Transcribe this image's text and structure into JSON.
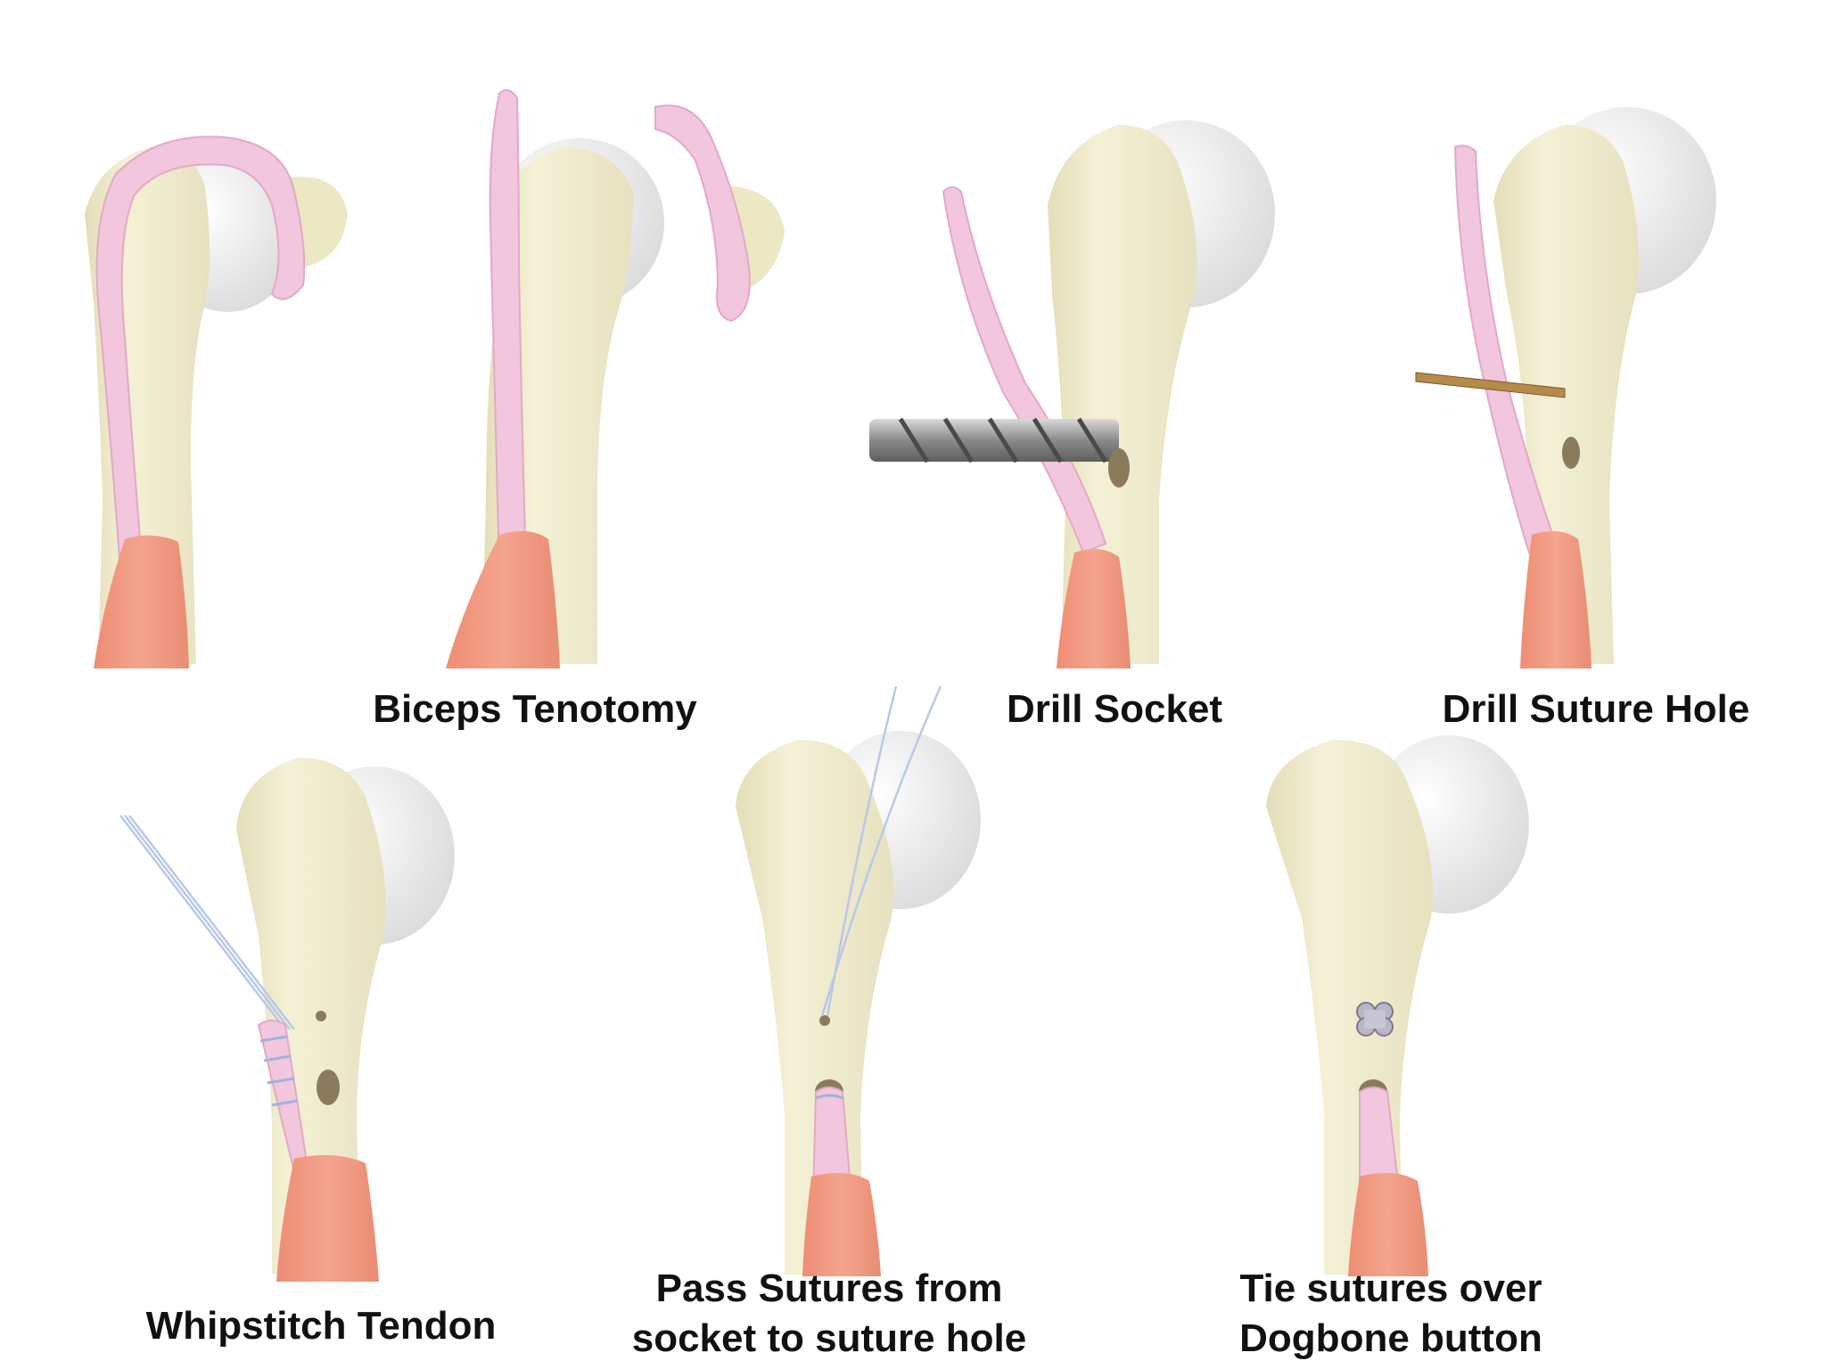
{
  "captions": {
    "biceps_tenotomy": "Biceps Tenotomy",
    "drill_socket": "Drill Socket",
    "drill_suture_hole": "Drill Suture Hole",
    "whipstitch_tendon": "Whipstitch Tendon",
    "pass_sutures": [
      "Pass Sutures from",
      "socket to suture hole"
    ],
    "tie_sutures": [
      "Tie sutures over",
      "Dogbone button"
    ]
  },
  "colors": {
    "bone": "#efeccb",
    "bone_shadow": "#d8d3ad",
    "humeral_head": "#e9e9e9",
    "tendon": "#f2c6dc",
    "muscle": "#f0967e",
    "drill": "#9a9a9a",
    "drill_bit_small": "#b58a4a",
    "suture": "#b9c8e6"
  }
}
